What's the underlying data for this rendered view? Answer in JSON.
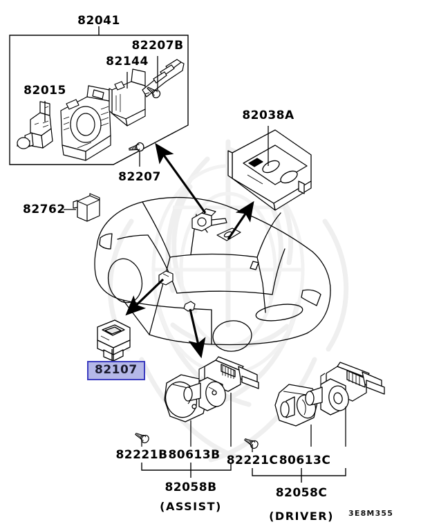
{
  "diagram": {
    "title_code": "82041",
    "footer_code": "3E8M355",
    "highlighted_part": "82107",
    "accent_color": "#3b3bbf",
    "highlight_fill": "#b5b8e8",
    "line_color": "#000000",
    "background_color": "#ffffff",
    "watermark_color": "#f0f0f0"
  },
  "labels": {
    "group_82041": "82041",
    "part_82207B": "82207B",
    "part_82144": "82144",
    "part_82015": "82015",
    "part_82207": "82207",
    "part_82038A": "82038A",
    "part_82762": "82762",
    "part_82107": "82107",
    "part_82221B": "82221B",
    "part_80613B": "80613B",
    "group_82058B": "82058B",
    "note_assist": "(ASSIST)",
    "part_82221C": "82221C",
    "part_80613C": "80613C",
    "group_82058C": "82058C",
    "note_driver": "(DRIVER)",
    "footer": "3E8M355"
  },
  "parts_list": [
    {
      "code": "82041",
      "kind": "assembly-box-title"
    },
    {
      "code": "82015",
      "kind": "component"
    },
    {
      "code": "82144",
      "kind": "component"
    },
    {
      "code": "82207B",
      "kind": "screw"
    },
    {
      "code": "82207",
      "kind": "screw"
    },
    {
      "code": "82038A",
      "kind": "power-window-switch-panel"
    },
    {
      "code": "82762",
      "kind": "relay-block"
    },
    {
      "code": "82107",
      "kind": "single-switch",
      "highlighted": true
    },
    {
      "code": "82221B",
      "kind": "screw"
    },
    {
      "code": "80613B",
      "kind": "cover"
    },
    {
      "code": "82058B",
      "kind": "sub-assembly",
      "note": "(ASSIST)"
    },
    {
      "code": "82221C",
      "kind": "screw"
    },
    {
      "code": "80613C",
      "kind": "cover"
    },
    {
      "code": "82058C",
      "kind": "sub-assembly",
      "note": "(DRIVER)"
    }
  ]
}
